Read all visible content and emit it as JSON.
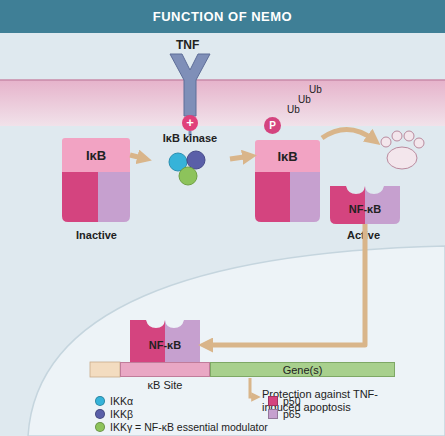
{
  "diagram": {
    "title": "FUNCTION OF NEMO",
    "nodes": [
      {
        "text": [
          "IκB"
        ]
      },
      {
        "text": [
          "IκB kinase"
        ]
      },
      {
        "text": [
          "IκB"
        ]
      },
      {
        "text": [
          "P"
        ]
      },
      {
        "text": [
          "NF-κB"
        ]
      },
      {
        "text": [
          "NF-κB"
        ]
      },
      {
        "text": [
          "κB Site"
        ]
      },
      {
        "text": [
          "Gene(s)"
        ]
      }
    ],
    "edges": [
      {
        "from": 0,
        "to": 1,
        "arrow": "to"
      },
      {
        "from": 1,
        "to": 2,
        "arrow": "to"
      },
      {
        "from": 4,
        "to": 5,
        "arrow": "to"
      }
    ],
    "labels": [
      "TNF",
      "+",
      "Ub",
      "Ub",
      "Ub",
      "Inactive",
      "Active",
      "Protection against TNF-induced apoptosis"
    ],
    "legend": [
      {
        "text": "IKKα",
        "color": "#36b3d9"
      },
      {
        "text": "IKKβ",
        "color": "#5a5fa8"
      },
      {
        "text": "IKKγ = NF-κB essential modulator",
        "color": "#8dc35b"
      },
      {
        "text": "p50",
        "color": "#d4447f"
      },
      {
        "text": "p65",
        "color": "#c6a0cf"
      }
    ]
  }
}
